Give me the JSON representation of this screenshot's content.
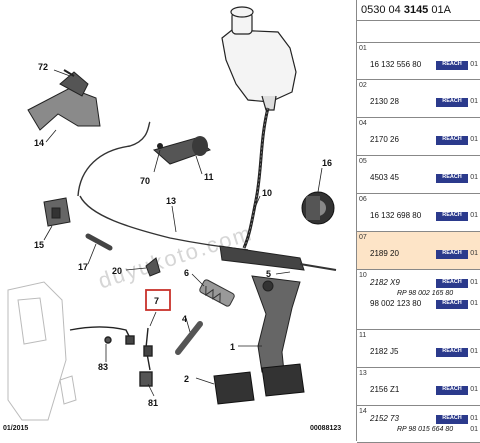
{
  "reference": {
    "prefix": "0530 04",
    "bold": "3145",
    "suffix": "01A"
  },
  "footer": {
    "left": "01/2015",
    "right": "00088123"
  },
  "watermark": "duyukoto.com",
  "brand_color": "#2b3a8c",
  "highlight_color": "#fde4c7",
  "callout_color": "#c8322b",
  "callouts": {
    "c72": "72",
    "c14": "14",
    "c70": "70",
    "c11": "11",
    "c16": "16",
    "c10": "10",
    "c13": "13",
    "c15": "15",
    "c17": "17",
    "c20": "20",
    "c6": "6",
    "c5": "5",
    "c7": "7",
    "c4": "4",
    "c1": "1",
    "c83": "83",
    "c2": "2",
    "c81": "81"
  },
  "parts": [
    {
      "pos": "01",
      "lines": [
        {
          "text": "16 132 556 80",
          "italic": false,
          "badge": "REACH",
          "qty": "01"
        }
      ]
    },
    {
      "pos": "02",
      "lines": [
        {
          "text": "2130 28",
          "italic": false,
          "badge": "REACH",
          "qty": "01"
        }
      ]
    },
    {
      "pos": "04",
      "lines": [
        {
          "text": "2170 26",
          "italic": false,
          "badge": "REACH",
          "qty": "01"
        }
      ]
    },
    {
      "pos": "05",
      "lines": [
        {
          "text": "4503 45",
          "italic": false,
          "badge": "REACH",
          "qty": "01"
        }
      ]
    },
    {
      "pos": "06",
      "lines": [
        {
          "text": "16 132 698 80",
          "italic": false,
          "badge": "REACH",
          "qty": "01"
        }
      ]
    },
    {
      "pos": "07",
      "lines": [
        {
          "text": "2189 20",
          "italic": false,
          "badge": "REACH",
          "qty": "01"
        }
      ]
    },
    {
      "pos": "10",
      "lines": [
        {
          "text": "2182 X9",
          "italic": true,
          "badge": "REACH",
          "qty": "01"
        },
        {
          "text": "RP 98 002 165 80",
          "italic": true,
          "sub": true
        },
        {
          "text": "98 002 123 80",
          "italic": false,
          "badge": "REACH",
          "qty": "01"
        }
      ]
    },
    {
      "pos": "11",
      "lines": [
        {
          "text": "2182 J5",
          "italic": false,
          "badge": "REACH",
          "qty": "01"
        }
      ]
    },
    {
      "pos": "13",
      "lines": [
        {
          "text": "2156 Z1",
          "italic": false,
          "badge": "REACH",
          "qty": "01"
        }
      ]
    },
    {
      "pos": "14",
      "lines": [
        {
          "text": "2152 73",
          "italic": true,
          "badge": "REACH",
          "qty": "01"
        },
        {
          "text": "RP 98 015 664 80",
          "italic": true,
          "sub": true,
          "qty": "01"
        }
      ]
    }
  ]
}
